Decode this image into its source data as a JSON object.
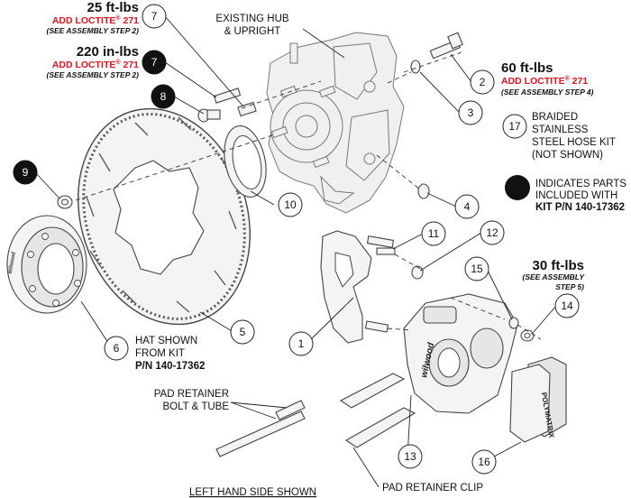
{
  "callouts": {
    "c1": "1",
    "c2": "2",
    "c3": "3",
    "c4": "4",
    "c5": "5",
    "c6": "6",
    "c7a": "7",
    "c7b": "7",
    "c8": "8",
    "c9": "9",
    "c10": "10",
    "c11": "11",
    "c12": "12",
    "c13": "13",
    "c14": "14",
    "c15": "15",
    "c16": "16",
    "c17": "17"
  },
  "torque_notes": {
    "t25": {
      "value": "25 ft-lbs",
      "loctite_prefix": "ADD LOCTITE",
      "loctite_mark": "®",
      "loctite_num": " 271",
      "step": "(SEE ASSEMBLY STEP 2)"
    },
    "t220": {
      "value": "220 in-lbs",
      "loctite_prefix": "ADD LOCTITE",
      "loctite_mark": "®",
      "loctite_num": " 271",
      "step": "(SEE ASSEMBLY STEP 2)"
    },
    "t60": {
      "value": "60 ft-lbs",
      "loctite_prefix": "ADD LOCTITE",
      "loctite_mark": "®",
      "loctite_num": " 271",
      "step": "(SEE ASSEMBLY STEP 4)"
    },
    "t30": {
      "value": "30 ft-lbs",
      "step_line1": "(SEE ASSEMBLY",
      "step_line2": "STEP 5)"
    }
  },
  "labels": {
    "hub_line1": "EXISTING HUB",
    "hub_line2": "& UPRIGHT",
    "hose_line1": "BRAIDED",
    "hose_line2": "STAINLESS",
    "hose_line3": "STEEL HOSE KIT",
    "hose_line4": "(NOT SHOWN)",
    "legend_line1": "INDICATES PARTS",
    "legend_line2": "INCLUDED WITH",
    "legend_line3": "KIT P/N 140-17362",
    "hat_line1": "HAT SHOWN",
    "hat_line2": "FROM KIT",
    "hat_line3": "P/N 140-17362",
    "bolt_line1": "PAD RETAINER",
    "bolt_line2": "BOLT & TUBE",
    "clip": "PAD RETAINER CLIP",
    "side": "LEFT HAND SIDE SHOWN",
    "brand_caliper": "wilwood",
    "brand_pad": "POLYMATRIX"
  },
  "colors": {
    "loctite_red": "#e3121b",
    "included_fill": "#111111",
    "part_outline": "#444444"
  }
}
